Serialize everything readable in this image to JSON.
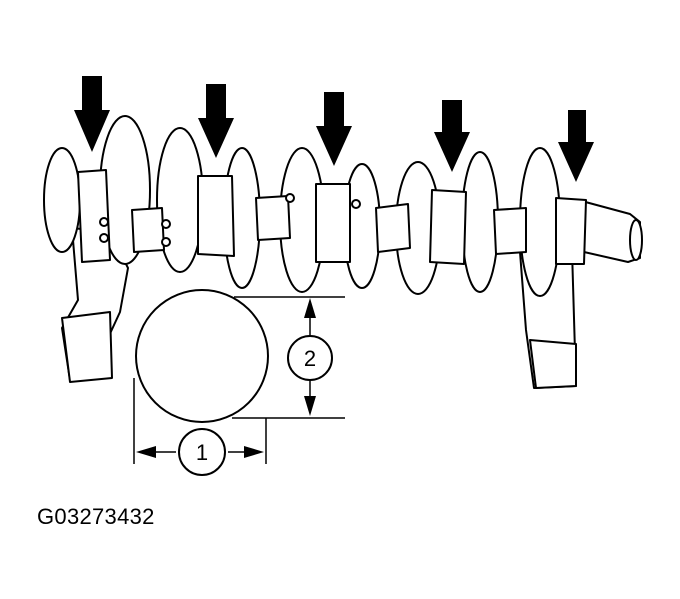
{
  "figure": {
    "code": "G03273432",
    "callouts": [
      {
        "number": "1"
      },
      {
        "number": "2"
      }
    ]
  }
}
